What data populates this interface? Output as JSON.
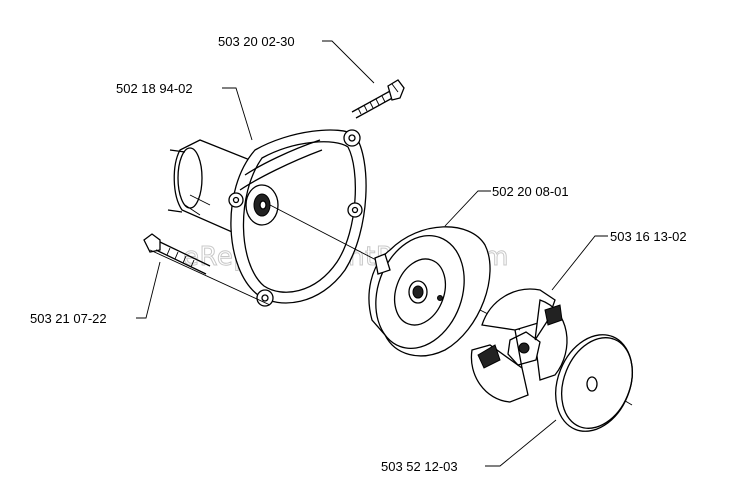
{
  "watermark": "eReplacementParts.com",
  "parts": [
    {
      "id": "bolt-top",
      "number": "503 20 02-30"
    },
    {
      "id": "clutch-housing",
      "number": "502 18 94-02"
    },
    {
      "id": "clutch-drum",
      "number": "502 20 08-01"
    },
    {
      "id": "clutch-shoe-assembly",
      "number": "503 16 13-02"
    },
    {
      "id": "bolt-left",
      "number": "503 21 07-22"
    },
    {
      "id": "washer-plate",
      "number": "503 52 12-03"
    }
  ]
}
